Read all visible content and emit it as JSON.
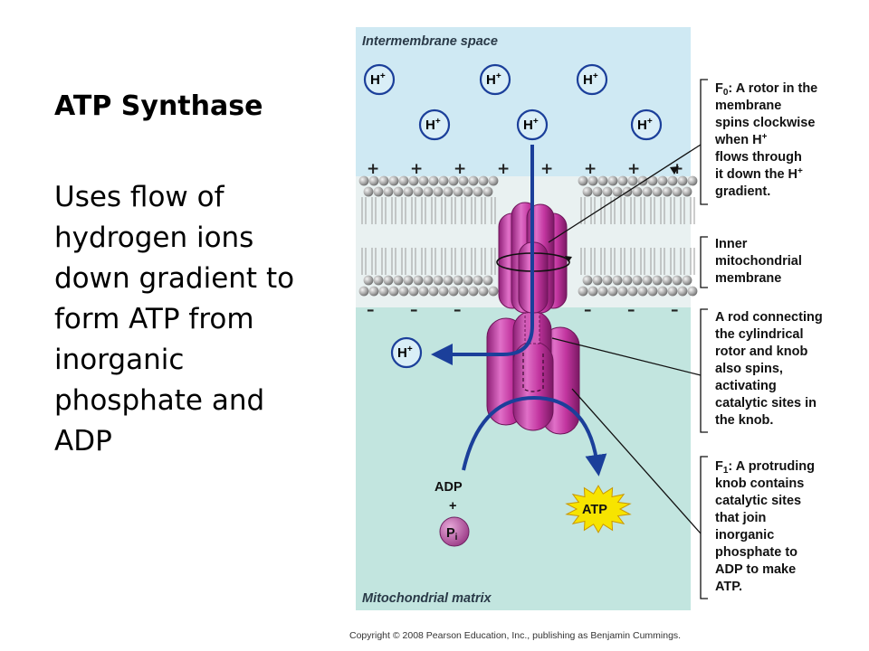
{
  "slide": {
    "title": "ATP Synthase",
    "body": "Uses flow of hydrogen ions down gradient to form ATP from inorganic phosphate and ADP"
  },
  "diagram": {
    "region_top": "Intermembrane space",
    "region_bottom": "Mitochondrial matrix",
    "ion_label": "H",
    "ion_charge": "+",
    "charge_positive": "+",
    "charge_negative": "–",
    "adp": "ADP",
    "plus": "+",
    "pi_main": "P",
    "pi_sub": "i",
    "atp": "ATP",
    "callouts": {
      "f0": [
        "F",
        "0",
        ": A ",
        "rotor",
        " in the",
        "membrane",
        "spins clockwise",
        "when H",
        "+",
        "flows through",
        "it down the H",
        "+",
        "gradient."
      ],
      "membrane": [
        "Inner",
        "mitochondrial",
        "membrane"
      ],
      "rod": [
        "A ",
        "rod",
        " connecting",
        "the cylindrical",
        "rotor and knob",
        "also spins,",
        "activating",
        "catalytic sites in",
        "the knob."
      ],
      "f1": [
        "F",
        "1",
        ": A protruding",
        "knob",
        " contains",
        "catalytic sites",
        "that join",
        "inorganic",
        "phosphate to",
        "ADP to make",
        "ATP."
      ]
    },
    "colors": {
      "intermembrane": "#cfe9f3",
      "matrix": "#c2e5df",
      "protein": "#c2359f",
      "arrow": "#1b3f9a",
      "atp_star": "#f7e400",
      "pi": "#b4509e"
    }
  },
  "copyright": "Copyright © 2008 Pearson Education, Inc., publishing as Benjamin Cummings."
}
